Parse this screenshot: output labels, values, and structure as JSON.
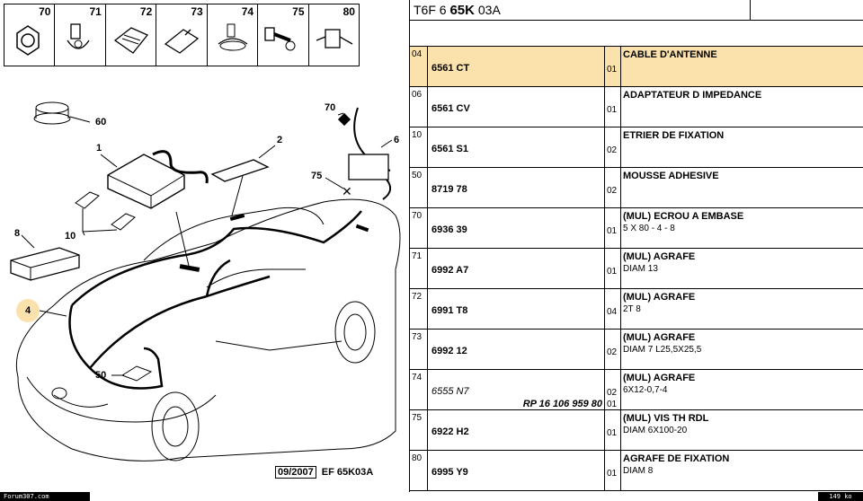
{
  "thumbs": [
    {
      "num": "70",
      "icon": "nut-icon"
    },
    {
      "num": "71",
      "icon": "clip-icon"
    },
    {
      "num": "72",
      "icon": "clip-icon"
    },
    {
      "num": "73",
      "icon": "clip-icon"
    },
    {
      "num": "74",
      "icon": "clip-icon"
    },
    {
      "num": "75",
      "icon": "screw-icon"
    },
    {
      "num": "80",
      "icon": "bracket-icon"
    }
  ],
  "diagram_labels": {
    "l60": "60",
    "l1": "1",
    "l2": "2",
    "l70": "70",
    "l6": "6",
    "l75": "75",
    "l8": "8",
    "l10": "10",
    "l4": "4",
    "l50": "50"
  },
  "footer": {
    "date": "09/2007",
    "ref": "EF 65K03A"
  },
  "watermark": "Forum307.com",
  "filesize": "149 ko",
  "header": {
    "prefix": "T6F 6 ",
    "bold": "65K",
    "suffix": " 03A"
  },
  "rows": [
    {
      "ref": "04",
      "pn": "6561 CT",
      "qty": "01",
      "desc": "CABLE D'ANTENNE",
      "sub": "",
      "highlight": true
    },
    {
      "ref": "06",
      "pn": "6561 CV",
      "qty": "01",
      "desc": "ADAPTATEUR D IMPEDANCE",
      "sub": ""
    },
    {
      "ref": "10",
      "pn": "6561 S1",
      "qty": "02",
      "desc": "ETRIER DE FIXATION",
      "sub": ""
    },
    {
      "ref": "50",
      "pn": "8719 78",
      "qty": "02",
      "desc": "MOUSSE ADHESIVE",
      "sub": ""
    },
    {
      "ref": "70",
      "pn": "6936 39",
      "qty": "01",
      "desc": "(MUL) ECROU A EMBASE",
      "sub": "5 X 80 - 4 - 8"
    },
    {
      "ref": "71",
      "pn": "6992 A7",
      "qty": "01",
      "desc": "(MUL) AGRAFE",
      "sub": "DIAM 13"
    },
    {
      "ref": "72",
      "pn": "6991 T8",
      "qty": "04",
      "desc": "(MUL) AGRAFE",
      "sub": "2T 8"
    },
    {
      "ref": "73",
      "pn": "6992 12",
      "qty": "02",
      "desc": "(MUL) AGRAFE",
      "sub": "DIAM 7 L25,5X25,5"
    },
    {
      "ref": "74",
      "pn": "6555 N7",
      "pn_italic": true,
      "rp": "RP 16 106 959 80",
      "qty": "02",
      "qty2": "01",
      "desc": "(MUL) AGRAFE",
      "sub": "6X12-0,7-4"
    },
    {
      "ref": "75",
      "pn": "6922 H2",
      "qty": "01",
      "desc": "(MUL) VIS TH RDL",
      "sub": "DIAM 6X100-20"
    },
    {
      "ref": "80",
      "pn": "6995 Y9",
      "qty": "01",
      "desc": "AGRAFE DE FIXATION",
      "sub": "DIAM 8"
    }
  ]
}
